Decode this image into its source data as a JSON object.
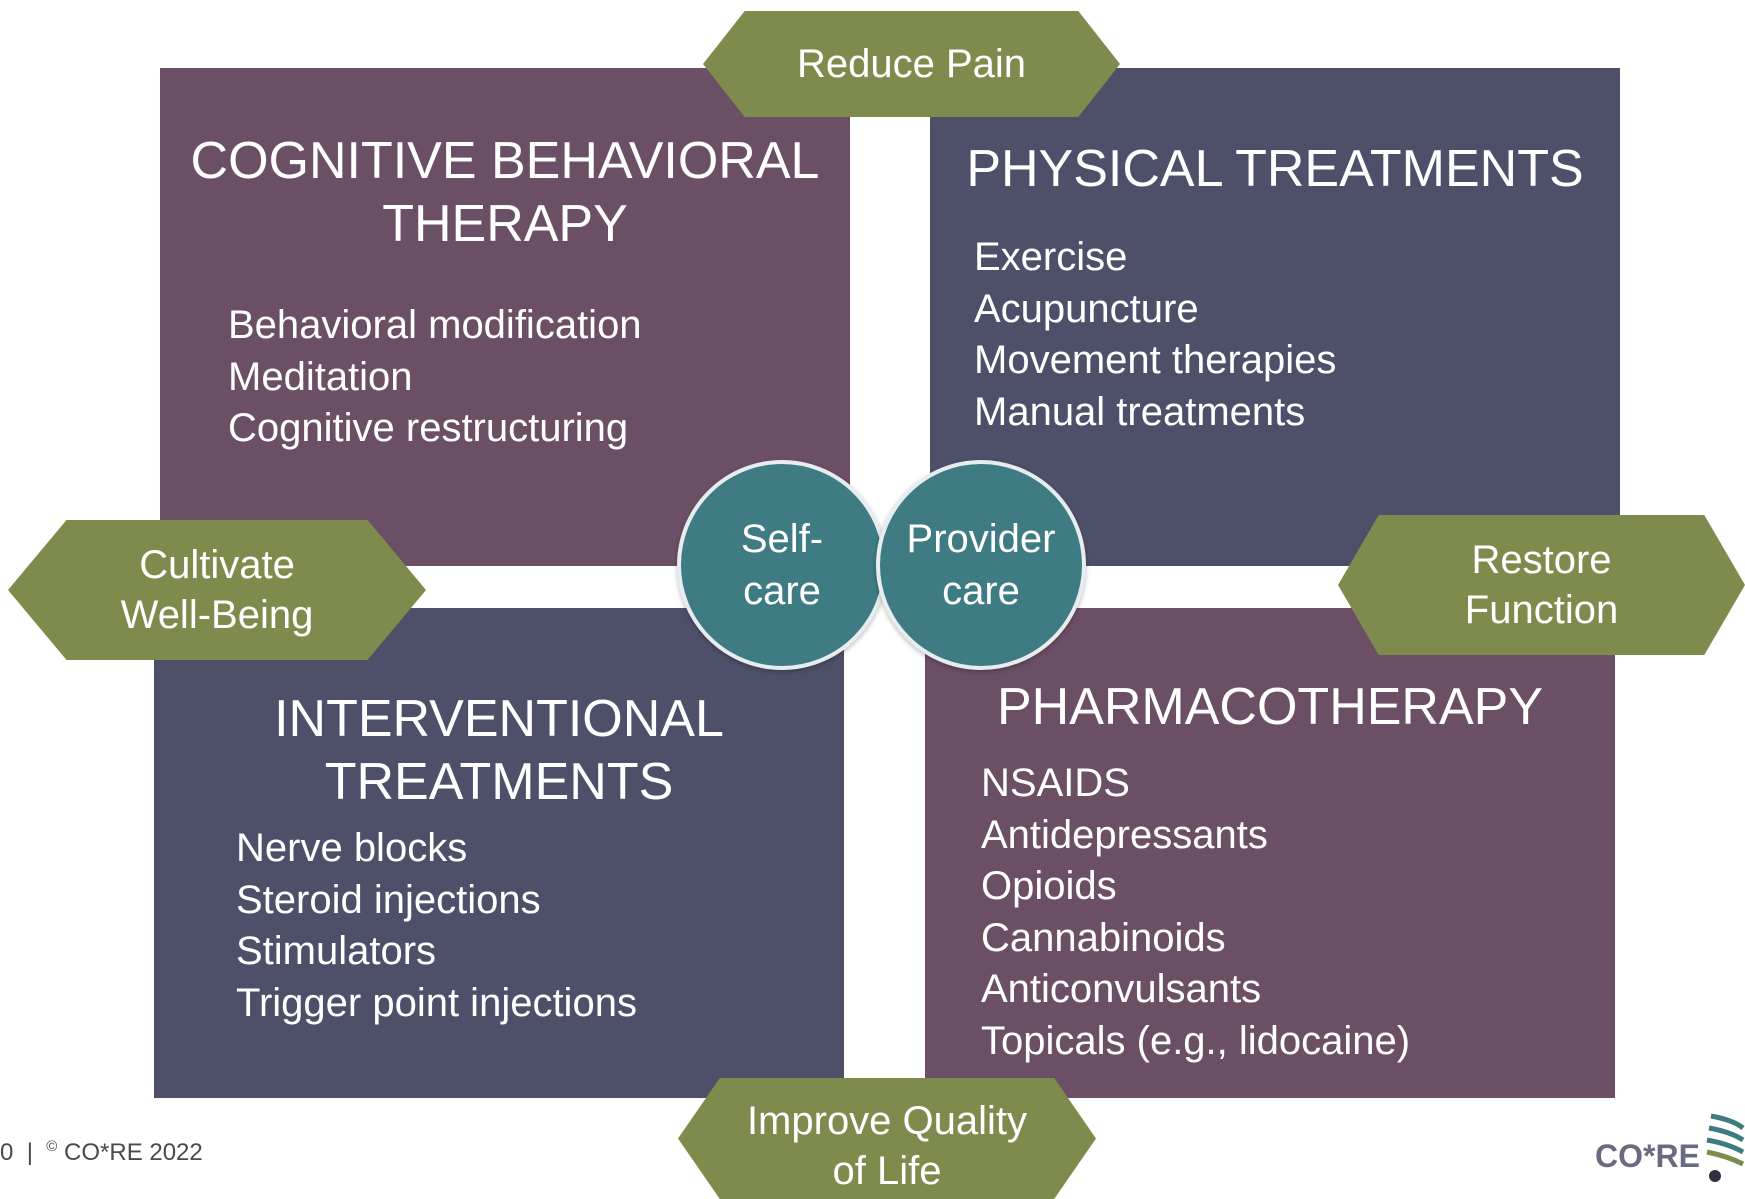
{
  "hexagons": {
    "top": "Reduce Pain",
    "left": "Cultivate\nWell-Being",
    "right": "Restore\nFunction",
    "bottom": "Improve Quality\nof Life"
  },
  "circles": {
    "self": "Self-\ncare",
    "provider": "Provider\ncare"
  },
  "quadrants": {
    "cbt": {
      "title": "COGNITIVE BEHAVIORAL\nTHERAPY",
      "items": [
        "Behavioral modification",
        "Meditation",
        "Cognitive restructuring"
      ]
    },
    "physical": {
      "title": "PHYSICAL TREATMENTS",
      "items": [
        "Exercise",
        "Acupuncture",
        "Movement therapies",
        "Manual treatments"
      ]
    },
    "interventional": {
      "title": "INTERVENTIONAL\nTREATMENTS",
      "items": [
        "Nerve blocks",
        "Steroid injections",
        "Stimulators",
        "Trigger point injections"
      ]
    },
    "pharmacotherapy": {
      "title": "PHARMACOTHERAPY",
      "items": [
        "NSAIDS",
        "Antidepressants",
        "Opioids",
        "Cannabinoids",
        "Anticonvulsants",
        "Topicals (e.g., lidocaine)"
      ]
    }
  },
  "footer": {
    "page": "0",
    "separator": "|",
    "copyright_symbol": "©",
    "copyright_text": "CO*RE 2022"
  },
  "logo": {
    "text": "CO*RE"
  },
  "colors": {
    "plum": "#6b5065",
    "slate": "#4e5069",
    "olive": "#7f8b4d",
    "teal": "#3e7b82"
  }
}
